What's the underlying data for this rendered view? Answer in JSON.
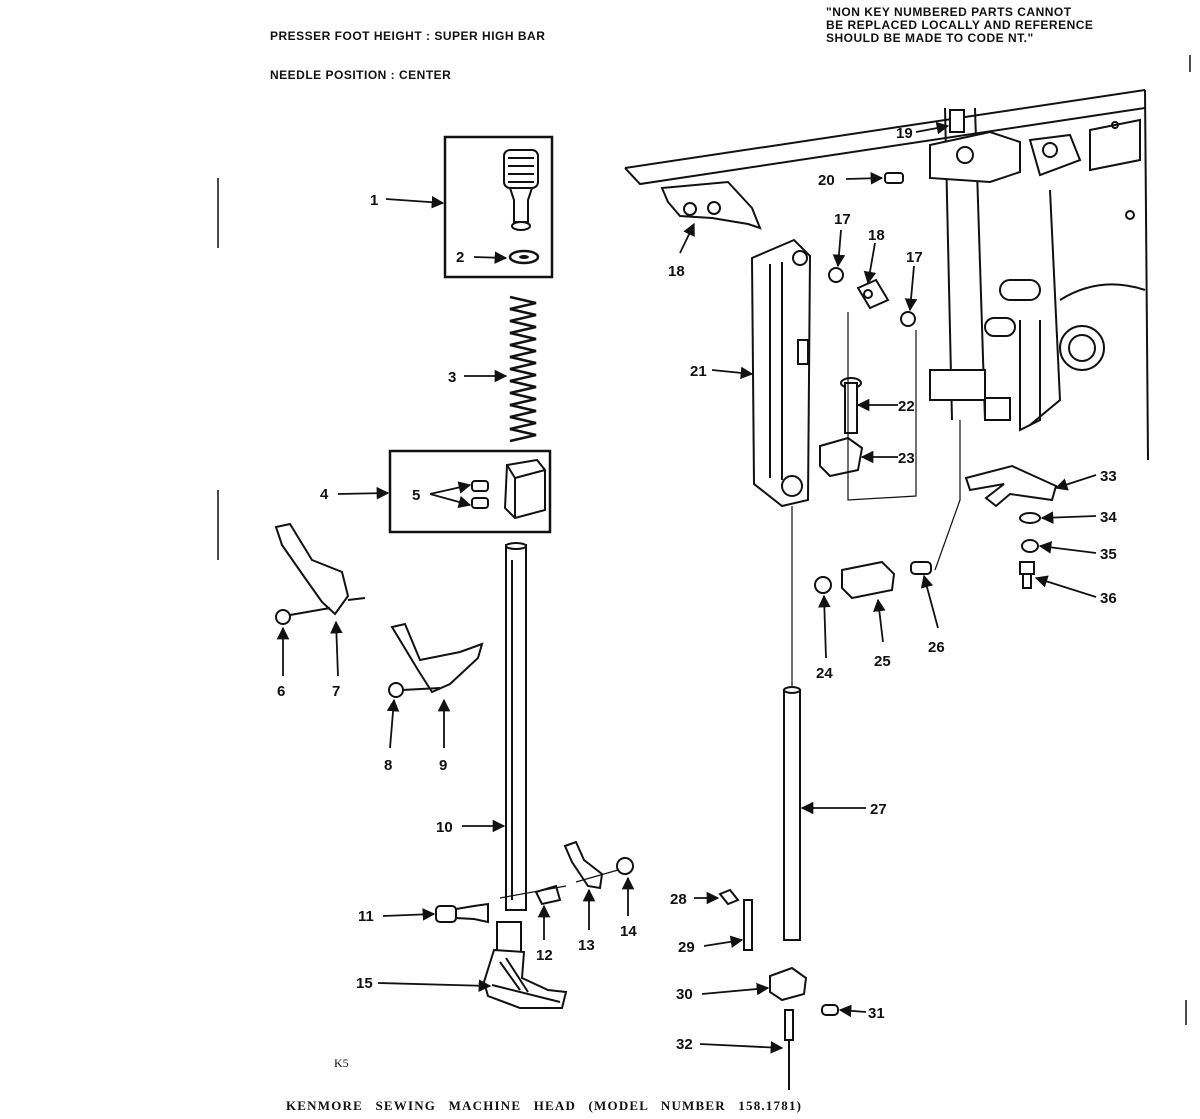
{
  "header": {
    "left_line1": "PRESSER FOOT HEIGHT : SUPER HIGH BAR",
    "left_line2": "NEEDLE POSITION : CENTER",
    "note": "\"NON KEY NUMBERED PARTS CANNOT\nBE REPLACED LOCALLY AND REFERENCE\nSHOULD BE MADE TO CODE NT.\""
  },
  "callouts": [
    "1",
    "2",
    "3",
    "4",
    "5",
    "6",
    "7",
    "8",
    "9",
    "10",
    "11",
    "12",
    "13",
    "14",
    "15",
    "18",
    "19",
    "20",
    "17",
    "18",
    "17",
    "21",
    "22",
    "23",
    "24",
    "25",
    "26",
    "27",
    "28",
    "29",
    "30",
    "31",
    "32",
    "33",
    "34",
    "35",
    "36"
  ],
  "footer": {
    "code": "K5",
    "title": "KENMORE SEWING MACHINE HEAD (MODEL NUMBER 158.1781)"
  }
}
